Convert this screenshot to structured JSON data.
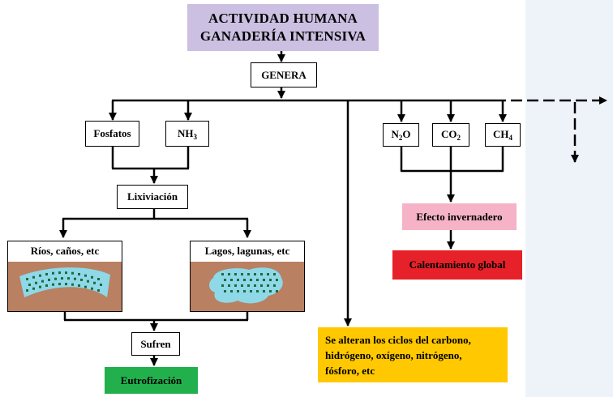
{
  "title": {
    "line1": "ACTIVIDAD HUMANA",
    "line2": "GANADERÍA INTENSIVA"
  },
  "genera": "GENERA",
  "fosfatos": "Fosfatos",
  "nh3": {
    "base": "NH",
    "sub": "3"
  },
  "lixiviacion": "Lixiviación",
  "rios": "Ríos, caños, etc",
  "lagos": "Lagos, lagunas, etc",
  "sufren": "Sufren",
  "eutrofizacion": "Eutrofización",
  "n2o": {
    "a": "N",
    "sub": "2",
    "b": "O"
  },
  "co2": {
    "a": "CO",
    "sub": "2"
  },
  "ch4": {
    "a": "CH",
    "sub": "4"
  },
  "efecto": "Efecto invernadero",
  "calentamiento": "Calentamiento global",
  "ciclos": {
    "line1": "Se alteran los ciclos del carbono,",
    "line2": "hidrógeno, oxígeno, nitrógeno,",
    "line3": "fósforo, etc"
  },
  "colors": {
    "title_bg": "#ccc0e2",
    "efecto_bg": "#f6b3c8",
    "calentamiento_bg": "#e62129",
    "eutrofizacion_bg": "#22b04d",
    "ciclos_bg": "#ffc800",
    "soil": "#b98062",
    "water": "#8ed8e8",
    "dots": "#1f6a3c",
    "side_panel": "#eef3fa"
  }
}
